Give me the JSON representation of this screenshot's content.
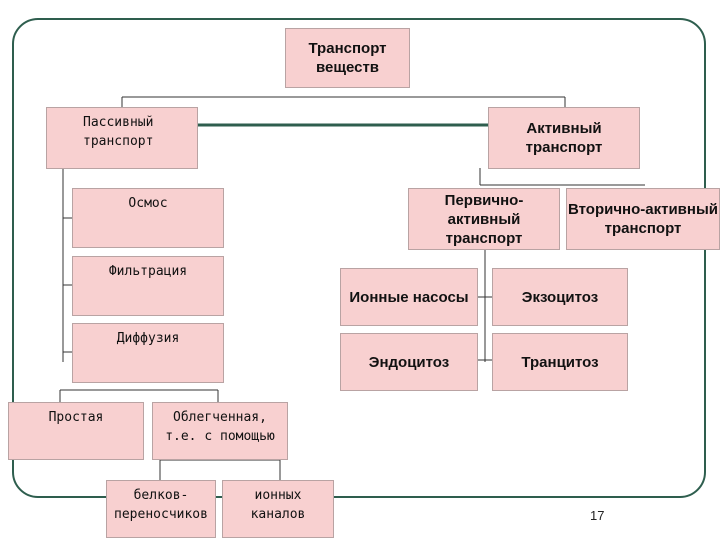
{
  "nodes": {
    "root": "Транспорт\nвеществ",
    "passive": "Пассивный\nтранспорт",
    "active": "Активный\nтранспорт",
    "osmos": "Осмос",
    "filtration": "Фильтрация",
    "diffusion": "Диффузия",
    "simple": "Простая",
    "facilitated": "Облегченная,\nт.е. с помощью",
    "carrier_proteins": "белков-\nпереносчиков",
    "ion_channels": "ионных\nканалов",
    "primary_active": "Первично-активный\nтранспорт",
    "secondary_active": "Вторично-активный\nтранспорт",
    "ion_pumps": "Ионные насосы",
    "exocytosis": "Экзоцитоз",
    "endocytosis": "Эндоцитоз",
    "transcytosis": "Транцитоз"
  },
  "page_number": "17",
  "colors": {
    "box_fill": "#f8d0d0",
    "frame": "#2e5e4e",
    "line": "#333333"
  }
}
